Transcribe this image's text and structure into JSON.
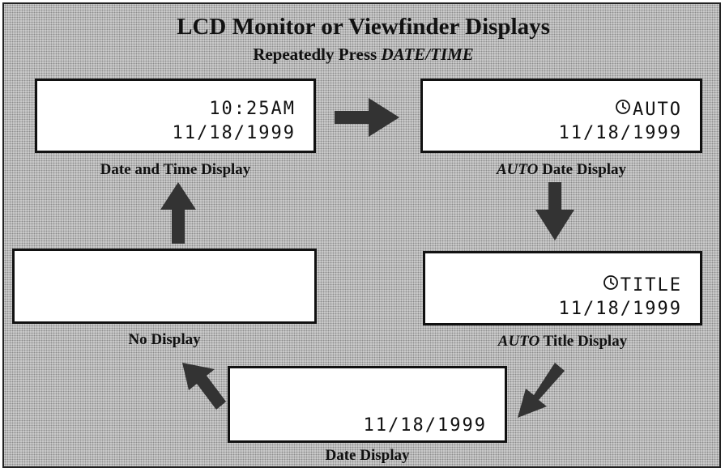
{
  "header": {
    "title": "LCD Monitor or Viewfinder Displays",
    "subtitle_prefix": "Repeatedly Press ",
    "subtitle_button": "DATE/TIME"
  },
  "panels": {
    "date_time": {
      "time": "10:25AM",
      "date": "11/18/1999",
      "caption": "Date and Time Display"
    },
    "auto_date": {
      "indicator": "AUTO",
      "indicator_icon": "clock-icon",
      "date": "11/18/1999",
      "caption_italic": "AUTO",
      "caption_rest": " Date Display"
    },
    "auto_title": {
      "indicator": "TITLE",
      "indicator_icon": "clock-icon",
      "date": "11/18/1999",
      "caption_italic": "AUTO",
      "caption_rest": " Title Display"
    },
    "date_only": {
      "date": "11/18/1999",
      "caption": "Date Display"
    },
    "none": {
      "caption": "No Display"
    }
  },
  "colors": {
    "background": "#cfcfcf",
    "panel": "#ffffff",
    "ink": "#111111"
  }
}
